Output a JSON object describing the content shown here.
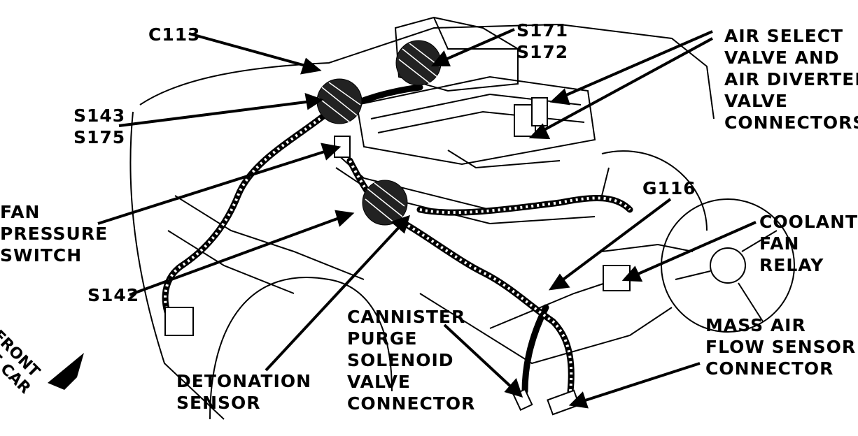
{
  "labels": {
    "c113": "C113",
    "s171": "S171",
    "s172": "S172",
    "air_select": [
      "AIR SELECT",
      "VALVE AND",
      "AIR DIVERTER",
      "VALVE",
      "CONNECTORS"
    ],
    "s143": "S143",
    "s175": "S175",
    "fan_pressure": [
      "FAN",
      "PRESSURE",
      "SWITCH"
    ],
    "g116": "G116",
    "coolant_fan": [
      "COOLANT",
      "FAN",
      "RELAY"
    ],
    "s142": "S142",
    "front_of_car": [
      "FRONT",
      "OF CAR"
    ],
    "cannister": [
      "CANNISTER",
      "PURGE",
      "SOLENOID",
      "VALVE",
      "CONNECTOR"
    ],
    "detonation": [
      "DETONATION",
      "SENSOR"
    ],
    "maf": [
      "MASS AIR",
      "FLOW SENSOR",
      "CONNECTOR"
    ]
  },
  "colors": {
    "ink": "#000000",
    "paper": "#ffffff"
  }
}
